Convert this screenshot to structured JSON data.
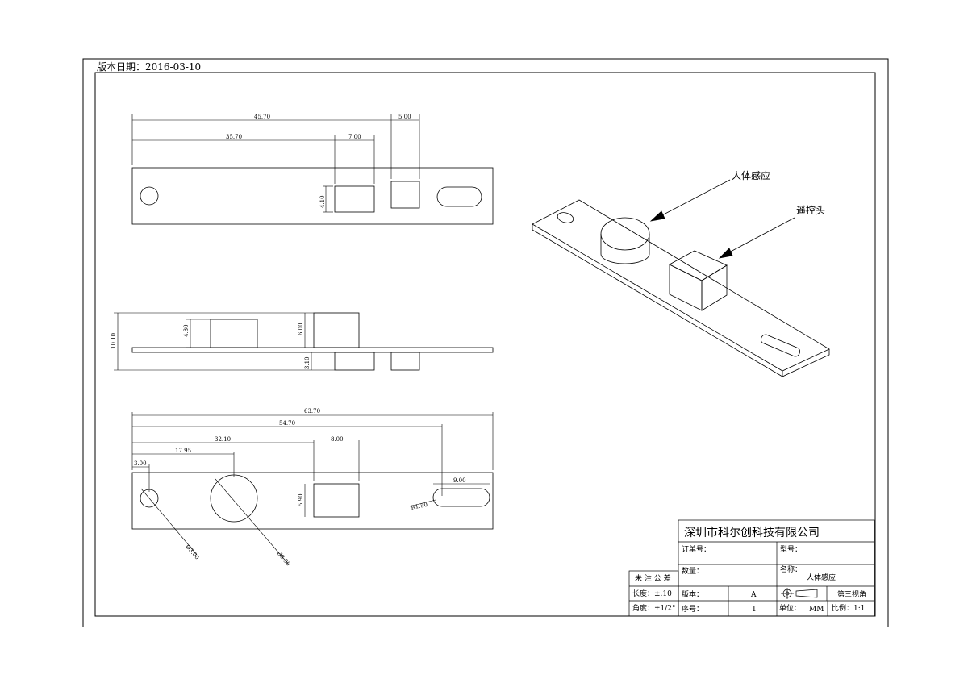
{
  "sheet": {
    "version_date": "版本日期：2016-03-10"
  },
  "front_view": {
    "dims": {
      "total_length": "45.70",
      "remote_offset": "35.70",
      "remote_width": "7.00",
      "sensor_width": "5.00",
      "remote_height": "4.10"
    }
  },
  "side_view": {
    "dims": {
      "overall_height": "10.10",
      "remote_height": "4.80",
      "sensor_height": "6.00",
      "lower_height": "3.10"
    }
  },
  "bottom_view": {
    "dims": {
      "total_length": "63.70",
      "slot_offset": "54.70",
      "box_offset": "32.10",
      "box_width": "8.00",
      "circle_offset": "17.95",
      "hole_offset": "3.00",
      "slot_length": "9.00",
      "slot_radius": "R1.50",
      "box_height": "5.90",
      "hole_diameter": "Ø3.00",
      "circle_diameter": "Ø8.90"
    }
  },
  "iso_view": {
    "callout_sensor": "人体感应",
    "callout_remote": "遥控头"
  },
  "tolerance_block": {
    "header": "未 注 公 差",
    "length": "长度：±.10",
    "angle": "角度：±1/2°"
  },
  "title_block": {
    "company": "深圳市科尔创科技有限公司",
    "order_label": "订单号：",
    "model_label": "型号：",
    "qty_label": "数量：",
    "name_label": "名称：",
    "name_value": "人体感应",
    "rev_label": "版本：",
    "rev_value": "A",
    "projection": "第三视角",
    "seq_label": "序号：",
    "seq_value": "1",
    "unit_label": "单位：",
    "unit_value": "MM",
    "scale": "比例：1:1"
  }
}
